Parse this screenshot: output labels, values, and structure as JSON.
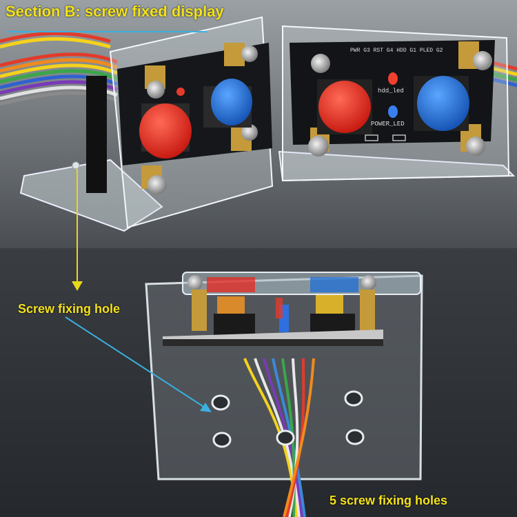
{
  "labels": {
    "title": "Section B: screw fixed display",
    "screw_fixing_hole": "Screw fixing hole",
    "five_screw_fixing_holes": "5 screw fixing holes"
  },
  "pcb_silkscreen": {
    "header": "PWR G3 RST G4 HDD G1 PLED G2",
    "hdd_led": "hdd_led",
    "power_led": "POWER_LED"
  },
  "colors": {
    "label_yellow": "#f3e21c",
    "arrow_yellow": "#e8d81a",
    "arrow_blue": "#3ab0e0",
    "button_red": "#e8271e",
    "button_blue": "#1e6fd6"
  }
}
